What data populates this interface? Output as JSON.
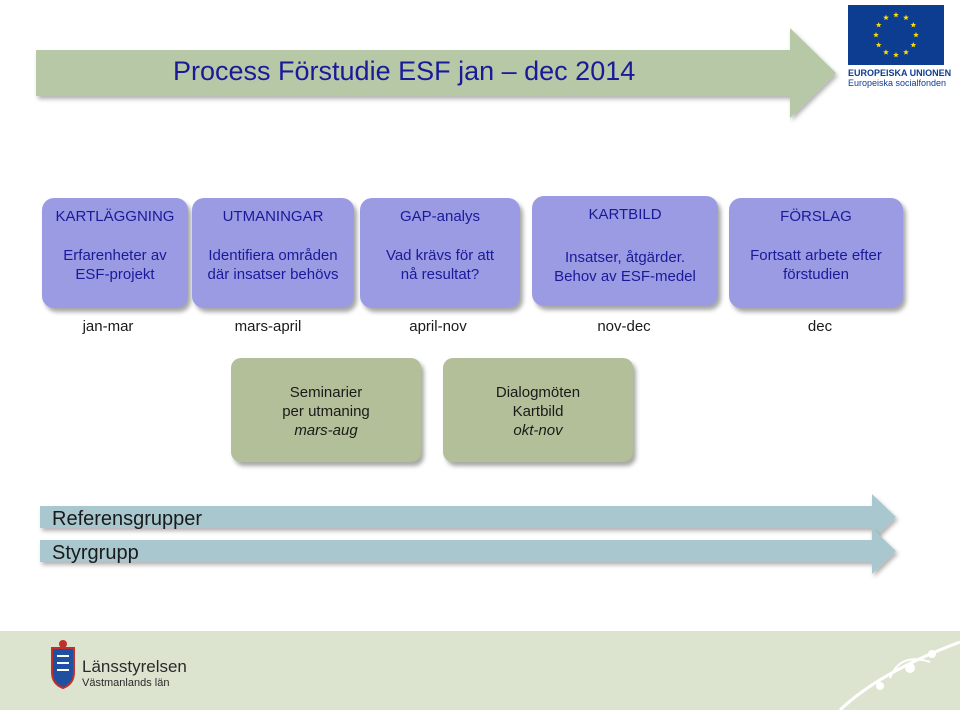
{
  "title": "Process Förstudie ESF jan – dec 2014",
  "eu_logo": {
    "line1": "EUROPEISKA UNIONEN",
    "line2": "Europeiska socialfonden",
    "flag_color": "#0d3d91",
    "star_color": "#ffdd00"
  },
  "phases": [
    {
      "title": "KARTLÄGGNING",
      "desc_line1": "Erfarenheter av",
      "desc_line2": "ESF-projekt",
      "period": "jan-mar"
    },
    {
      "title": "UTMANINGAR",
      "desc_line1": "Identifiera områden",
      "desc_line2": "där insatser behövs",
      "period": "mars-april"
    },
    {
      "title": "GAP-analys",
      "desc_line1": "Vad krävs för att",
      "desc_line2": "nå resultat?",
      "period": "april-nov"
    },
    {
      "title": "KARTBILD",
      "desc_line1": "Insatser, åtgärder.",
      "desc_line2": "Behov av ESF-medel",
      "period": "nov-dec"
    },
    {
      "title": "FÖRSLAG",
      "desc_line1": "Fortsatt arbete efter",
      "desc_line2": "förstudien",
      "period": "dec"
    }
  ],
  "activities": [
    {
      "line1": "Seminarier",
      "line2": "per utmaning",
      "line3": "mars-aug"
    },
    {
      "line1": "Dialogmöten",
      "line2": "Kartbild",
      "line3": "okt-nov"
    }
  ],
  "tracks": [
    {
      "label": "Referensgrupper"
    },
    {
      "label": "Styrgrupp"
    }
  ],
  "footer": {
    "org_line1": "Länsstyrelsen",
    "org_line2": "Västmanlands län"
  },
  "colors": {
    "phase_fill": "#9b9be3",
    "activity_fill": "#b2bf98",
    "title_arrow": "#b7c8a6",
    "track_arrow": "#a9c7ce",
    "footer_bg": "#dce4d0",
    "title_text": "#1a1a99"
  }
}
